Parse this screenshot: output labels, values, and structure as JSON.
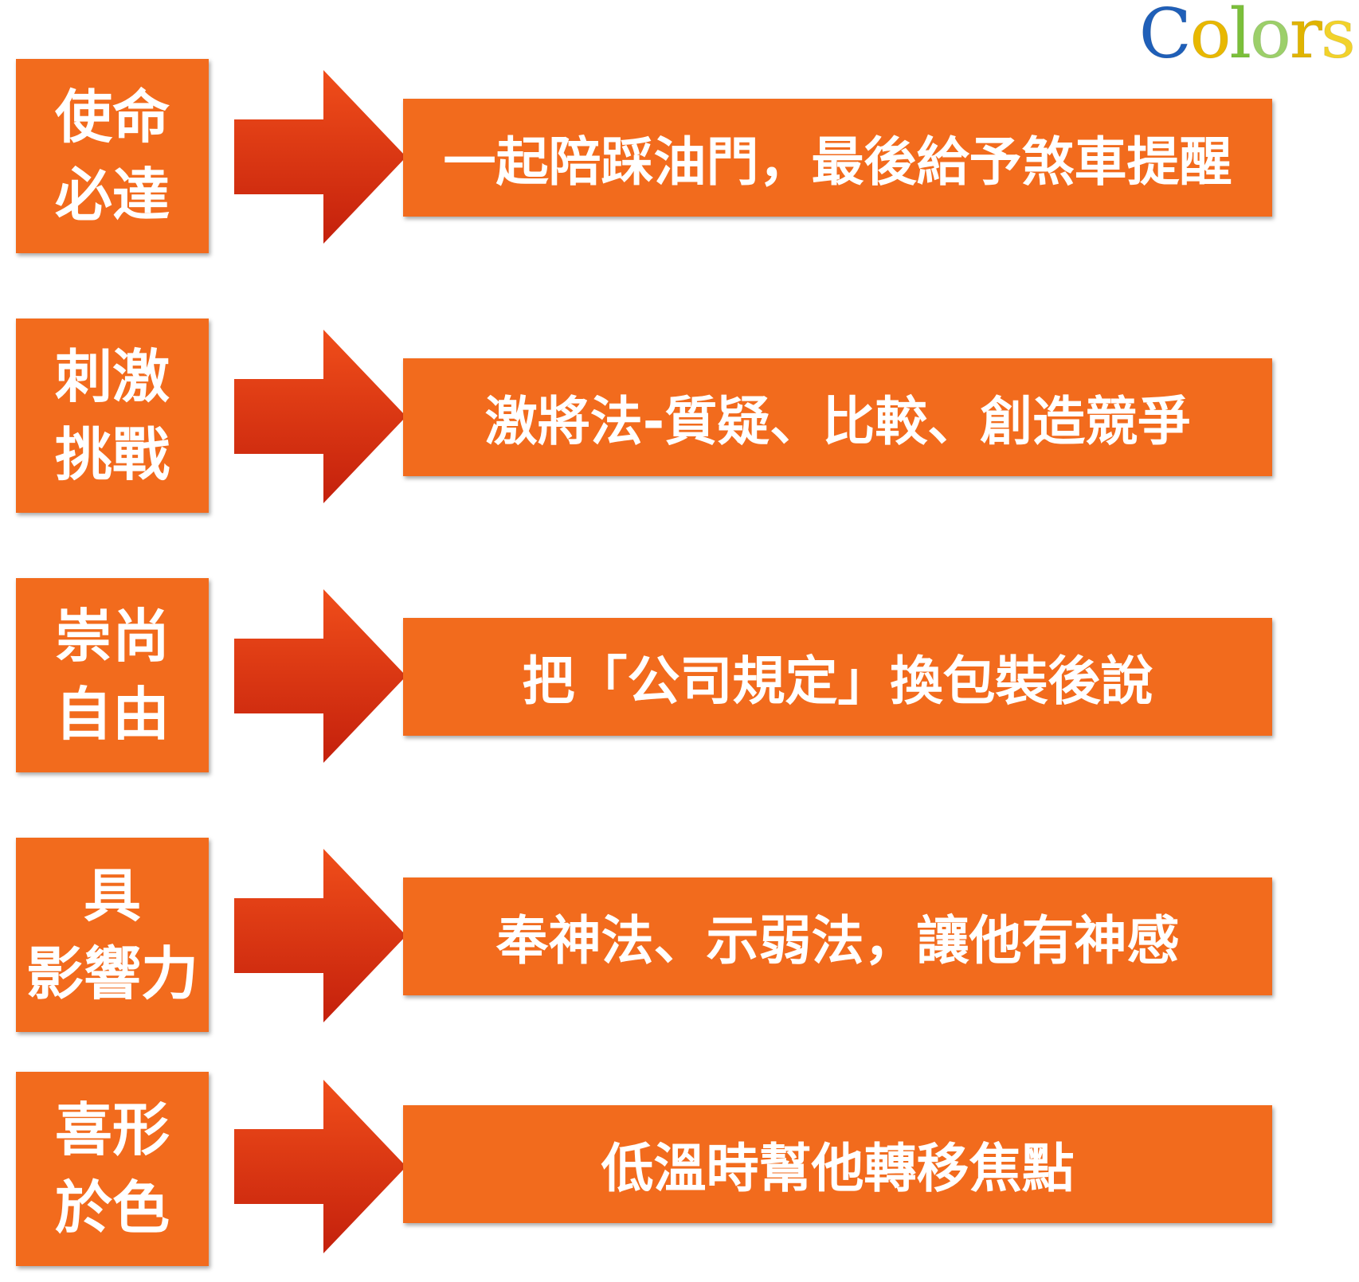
{
  "logo": {
    "letters": [
      {
        "char": "C",
        "color": "#1f5fb8"
      },
      {
        "char": "o",
        "color": "#e8b800"
      },
      {
        "char": "l",
        "color": "#7bbf3a"
      },
      {
        "char": "o",
        "color": "#9ccf6a"
      },
      {
        "char": "r",
        "color": "#e0b400"
      },
      {
        "char": "s",
        "color": "#f2d22a"
      }
    ]
  },
  "colors": {
    "box_fill": "#f26b1d",
    "arrow_top": "#f04e1a",
    "arrow_bottom": "#c4200c",
    "text": "#ffffff"
  },
  "rows": [
    {
      "label": {
        "line1": "使命",
        "line2": "必達"
      },
      "description": "一起陪踩油門，最後給予煞車提醒"
    },
    {
      "label": {
        "line1": "刺激",
        "line2": "挑戰"
      },
      "description": "激將法-質疑、比較、創造競爭"
    },
    {
      "label": {
        "line1": "崇尚",
        "line2": "自由"
      },
      "description": "把「公司規定」換包裝後說"
    },
    {
      "label": {
        "line1": "具",
        "line2": "影響力"
      },
      "description": "奉神法、示弱法，讓他有神感"
    },
    {
      "label": {
        "line1": "喜形",
        "line2": "於色"
      },
      "description": "低溫時幫他轉移焦點"
    }
  ]
}
